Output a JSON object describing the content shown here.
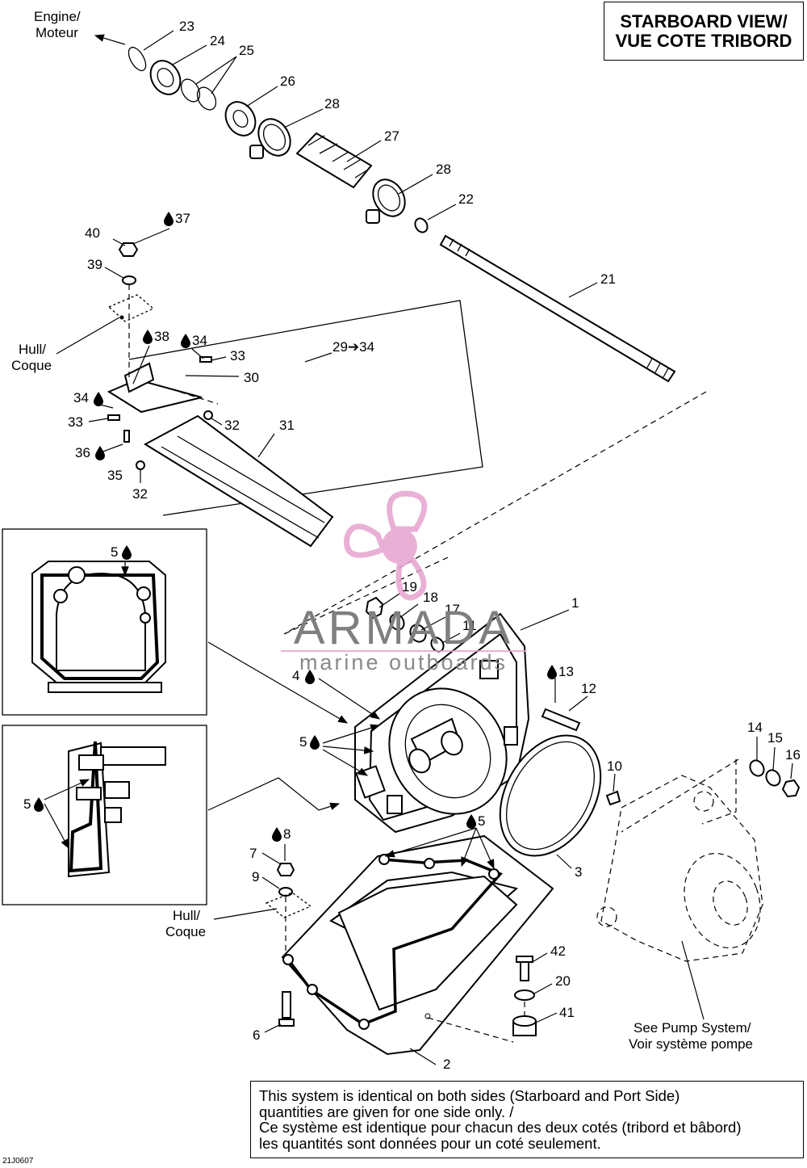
{
  "title": {
    "line1": "STARBOARD VIEW/",
    "line2": "VUE COTE TRIBORD"
  },
  "labels": {
    "engine_en": "Engine/",
    "engine_fr": "Moteur",
    "hull_en": "Hull/",
    "hull_fr": "Coque",
    "pump_en": "See Pump System/",
    "pump_fr": "Voir système pompe",
    "n1": "1",
    "n2": "2",
    "n3": "3",
    "n4": "4",
    "n5": "5",
    "n6": "6",
    "n7": "7",
    "n8": "8",
    "n9": "9",
    "n10": "10",
    "n11": "11",
    "n12": "12",
    "n13": "13",
    "n14": "14",
    "n15": "15",
    "n16": "16",
    "n17": "17",
    "n18": "18",
    "n19": "19",
    "n20": "20",
    "n21": "21",
    "n22": "22",
    "n23": "23",
    "n24": "24",
    "n25": "25",
    "n26": "26",
    "n27": "27",
    "n28": "28",
    "n29_34": "29➔34",
    "n30": "30",
    "n31": "31",
    "n32": "32",
    "n33": "33",
    "n34": "34",
    "n35": "35",
    "n36": "36",
    "n37": "37",
    "n38": "38",
    "n39": "39",
    "n40": "40",
    "n41": "41",
    "n42": "42"
  },
  "note": {
    "line1": "This system is identical on both sides (Starboard and Port Side)",
    "line2": "quantities are given for one side only. /",
    "line3": "Ce système est identique pour chacun des deux cotés (tribord et bâbord)",
    "line4": "les quantités sont données pour un coté seulement."
  },
  "watermark": {
    "name": "ARMADA",
    "tagline": "marine outboards"
  },
  "drawing_code": "21J0607",
  "colors": {
    "watermark_pink": "#e6a3cf",
    "watermark_gray": "#7f7f7f"
  }
}
